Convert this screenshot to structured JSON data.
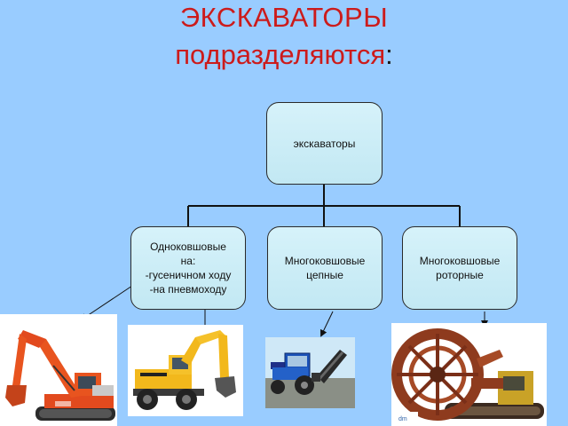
{
  "title": {
    "line1": "ЭКСКАВАТОРЫ",
    "line2": "подразделяются",
    "colon": ":"
  },
  "diagram": {
    "root": "экскаваторы",
    "children": [
      {
        "label": "Одноковшовые\nна:\n-гусеничном ходу\n-на пневмоходу"
      },
      {
        "label": "Многоковшовые\nцепные"
      },
      {
        "label": "Многоковшовые\nроторные"
      }
    ]
  },
  "images": [
    {
      "subject": "orange-crawler-excavator"
    },
    {
      "subject": "yellow-wheeled-excavator"
    },
    {
      "subject": "blue-tractor-chain-trencher"
    },
    {
      "subject": "rotary-bucket-wheel-trencher"
    }
  ],
  "colors": {
    "background": "#99ccff",
    "title": "#cc1b1b",
    "box_fill": "#cdeef7"
  }
}
